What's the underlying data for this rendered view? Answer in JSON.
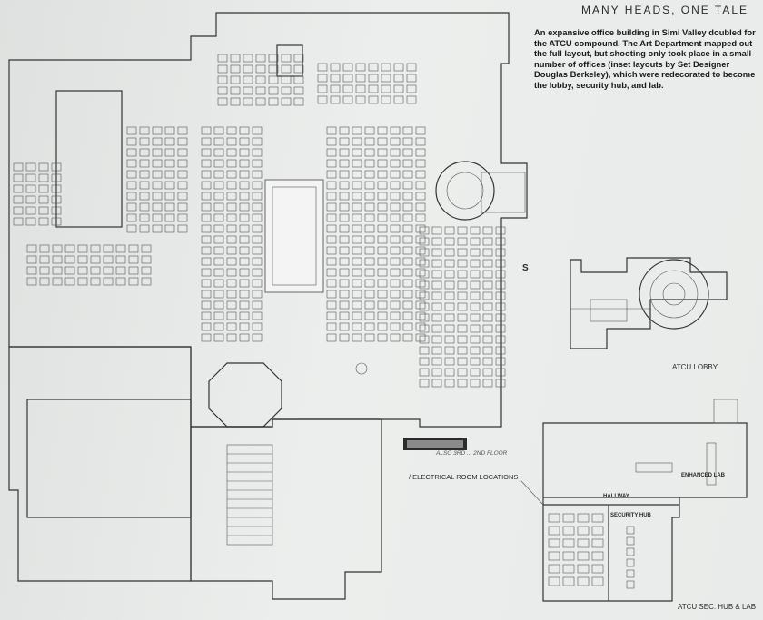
{
  "header": {
    "title": "MANY HEADS, ONE TALE"
  },
  "caption": {
    "text": "An expansive office building in Simi Valley doubled for the ATCU compound. The Art Department mapped out the full layout, but shooting only took place in a small number of offices (inset layouts by Set Designer Douglas Berkeley), which were redecorated to become the lobby, security hub, and lab."
  },
  "main_plan": {
    "compass_label": "S",
    "electrical_label": "/ ELECTRICAL ROOM LOCATIONS",
    "handwritten_note": "ALSO 3RD ... 2ND FLOOR"
  },
  "insets": {
    "lobby": {
      "title": "ATCU LOBBY"
    },
    "lab": {
      "title": "ATCU SEC. HUB & LAB",
      "hallway_label": "HALLWAY",
      "security_hub_label": "SECURITY HUB",
      "enhanced_lab_label": "ENHANCED LAB"
    }
  },
  "colors": {
    "paper": "#e7e9e8",
    "ink": "#1c1c1c"
  }
}
